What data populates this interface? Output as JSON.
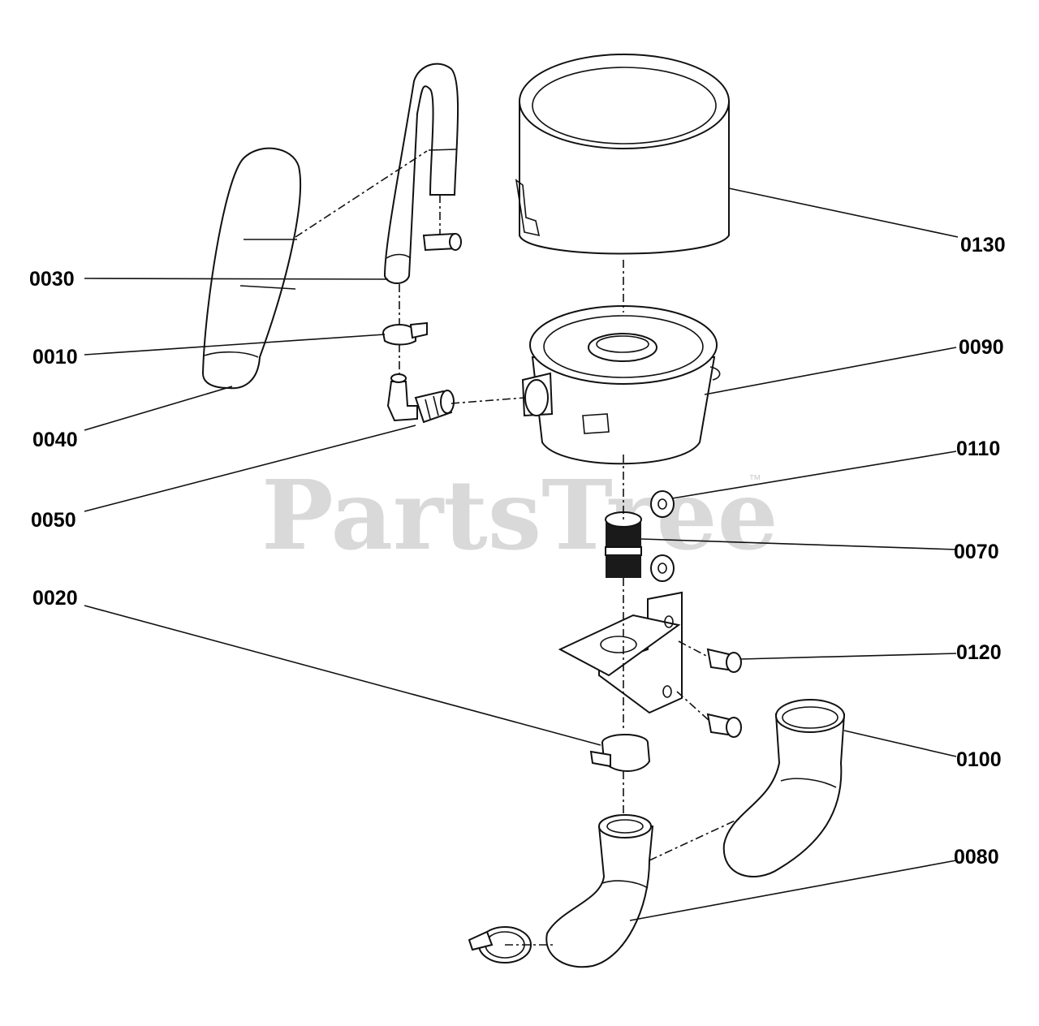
{
  "watermark": {
    "text": "PartsTree",
    "trademark": "™"
  },
  "callouts": {
    "c0130": "0130",
    "c0030": "0030",
    "c0010": "0010",
    "c0090": "0090",
    "c0040": "0040",
    "c0110": "0110",
    "c0050": "0050",
    "c0070": "0070",
    "c0020": "0020",
    "c0120": "0120",
    "c0100": "0100",
    "c0080": "0080"
  }
}
